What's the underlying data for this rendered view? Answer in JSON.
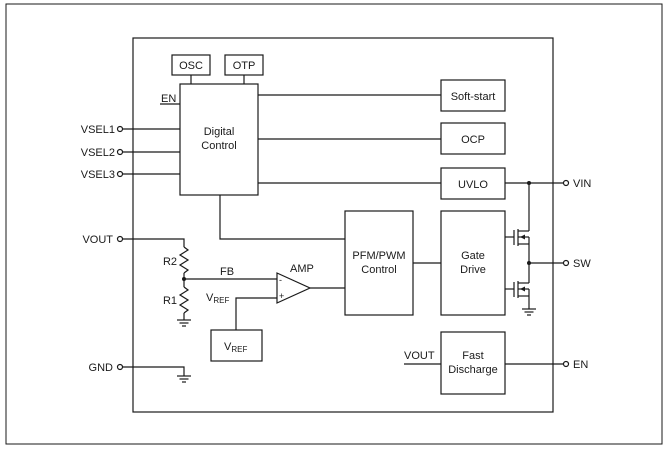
{
  "blocks": {
    "osc": "OSC",
    "otp": "OTP",
    "digital_control": [
      "Digital",
      "Control"
    ],
    "soft_start": "Soft-start",
    "ocp": "OCP",
    "uvlo": "UVLO",
    "pfm_pwm": [
      "PFM/PWM",
      "Control"
    ],
    "gate_drive": [
      "Gate",
      "Drive"
    ],
    "fast_discharge": [
      "Fast",
      "Discharge"
    ],
    "vref_box": {
      "main": "V",
      "sub": "REF"
    }
  },
  "pins": {
    "en_in": "EN",
    "vsel1": "VSEL1",
    "vsel2": "VSEL2",
    "vsel3": "VSEL3",
    "vout": "VOUT",
    "gnd": "GND",
    "vin": "VIN",
    "sw": "SW",
    "en_out": "EN"
  },
  "labels": {
    "r2": "R2",
    "r1": "R1",
    "fb": "FB",
    "amp": "AMP",
    "vref_in": {
      "main": "V",
      "sub": "REF"
    },
    "vout_in": "VOUT",
    "minus": "-",
    "plus": "+"
  }
}
